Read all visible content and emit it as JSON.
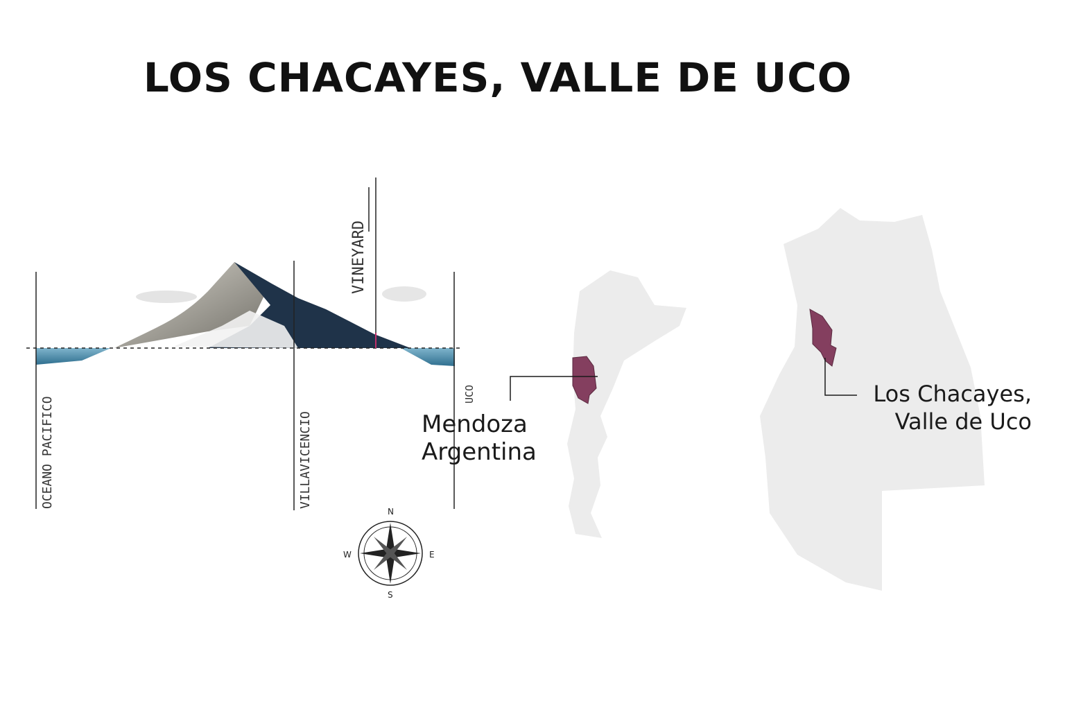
{
  "title": "LOS CHACAYES, VALLE DE UCO",
  "profile": {
    "vineyard_label": "VINEYARD",
    "labels": {
      "ocean": "OCEANO PACIFICO",
      "villa": "VILLAVICENCIO",
      "uco": "UCO"
    }
  },
  "compass": {
    "n": "N",
    "e": "E",
    "s": "S",
    "w": "W"
  },
  "maps": {
    "country_label": [
      "Mendoza",
      "Argentina"
    ],
    "province_label": [
      "Los Chacayes,",
      "Valle de Uco"
    ]
  },
  "colors": {
    "accent": "#843f5f",
    "land": "#ececec",
    "water": "#5d99b5",
    "mountain_dark": "#1f3349",
    "mountain_light": "#a8a59b"
  }
}
